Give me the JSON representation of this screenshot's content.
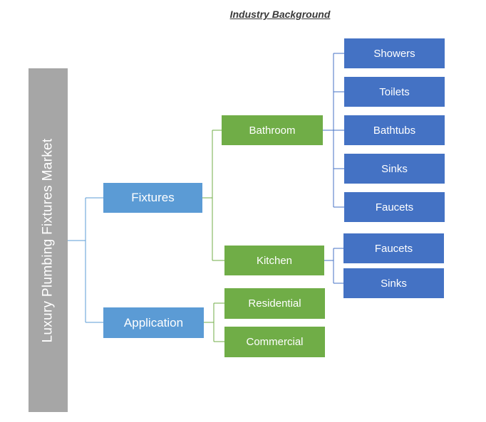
{
  "title": "Industry Background",
  "colors": {
    "root": "#a6a6a6",
    "level1": "#5b9bd5",
    "level2": "#70ad47",
    "level3": "#4472c4",
    "connector_blue": "#5b9bd5",
    "connector_green": "#70ad47",
    "connector_darkblue": "#4472c4"
  },
  "root": {
    "label": "Luxury Plumbing Fixtures Market"
  },
  "fixtures": {
    "label": "Fixtures",
    "bathroom": {
      "label": "Bathroom",
      "items": [
        "Showers",
        "Toilets",
        "Bathtubs",
        "Sinks",
        "Faucets"
      ]
    },
    "kitchen": {
      "label": "Kitchen",
      "items": [
        "Faucets",
        "Sinks"
      ]
    }
  },
  "application": {
    "label": "Application",
    "items": [
      "Residential",
      "Commercial"
    ]
  }
}
